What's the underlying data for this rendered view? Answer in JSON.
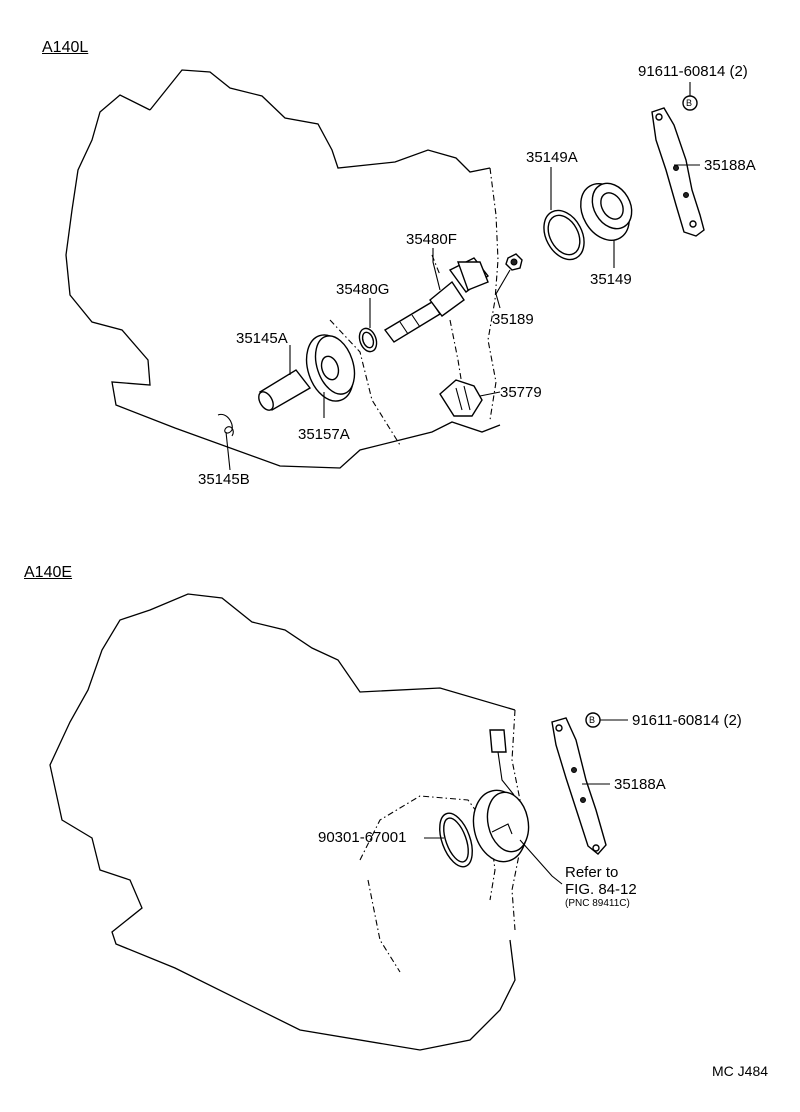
{
  "sections": {
    "top": "A140L",
    "bottom": "A140E"
  },
  "labels": {
    "p_91611_top": "91611-60814 (2)",
    "p_35188A_top": "35188A",
    "p_35149A": "35149A",
    "p_35149": "35149",
    "p_35480F": "35480F",
    "p_35480G": "35480G",
    "p_35189": "35189",
    "p_35145A": "35145A",
    "p_35779": "35779",
    "p_35157A": "35157A",
    "p_35145B": "35145B",
    "p_91611_bottom": "91611-60814 (2)",
    "p_35188A_bottom": "35188A",
    "p_90301": "90301-67001",
    "refer_to": "Refer to",
    "fig_ref": "FIG. 84-12",
    "pnc_ref": "(PNC 89411C)",
    "bolt_marker": "B",
    "code": "MC J484"
  },
  "icons": {
    "bolt": "circled-b-icon",
    "bracket": "bracket-icon",
    "cover": "cover-icon",
    "o_ring": "o-ring-icon",
    "gear": "gear-icon",
    "sensor": "speed-sensor-icon"
  }
}
